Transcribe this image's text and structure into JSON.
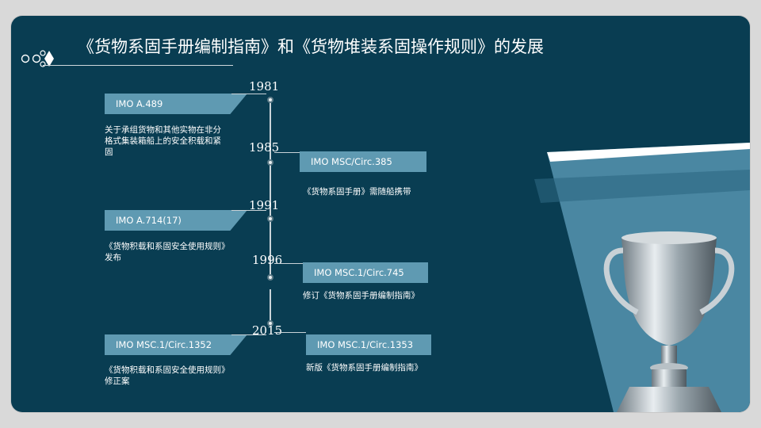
{
  "title": "《货物系固手册编制指南》和《货物堆装系固操作规则》的发展",
  "timeline": {
    "years": [
      "1981",
      "1985",
      "1991",
      "1996",
      "2015"
    ],
    "entries": [
      {
        "code": "IMO A.489",
        "description": "关于承组货物和其他实物在非分格式集装箱船上的安全积载和紧固"
      },
      {
        "code": "IMO MSC/Circ.385",
        "description": "《货物系固手册》需随船携带"
      },
      {
        "code": "IMO A.714(17)",
        "description": "《货物积载和系固安全使用规则》发布"
      },
      {
        "code": "IMO MSC.1/Circ.745",
        "description": "修订《货物系固手册编制指南》"
      },
      {
        "code": "IMO MSC.1/Circ.1352",
        "description": "《货物积载和系固安全使用规则》修正案"
      },
      {
        "code": "IMO MSC.1/Circ.1353",
        "description": "新版《货物系固手册编制指南》"
      }
    ]
  },
  "colors": {
    "background": "#093d52",
    "tag": "#5f9ab2",
    "panel": "#4a87a2"
  },
  "icons": {
    "title_decoration": "diamond-knot-icon",
    "trophy": "trophy-image"
  }
}
